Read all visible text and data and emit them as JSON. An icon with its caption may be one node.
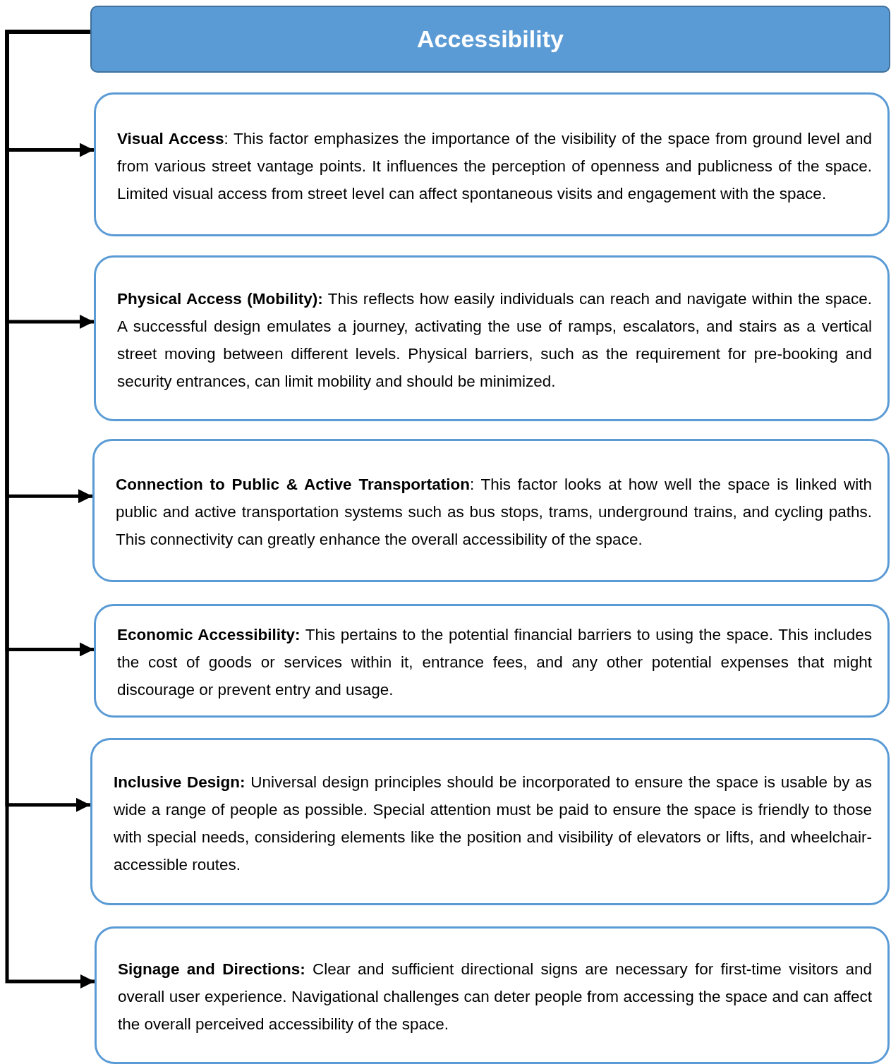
{
  "diagram": {
    "nodes": [
      {
        "text": [
          "Accessibility"
        ]
      },
      {
        "text": [
          "**Visual Access**: This factor emphasizes the importance of the visibility of the space from ground level and from various street vantage points. It influences the perception of openness and publicness of the space. Limited visual access from street level can affect spontaneous visits and engagement with the space."
        ]
      },
      {
        "text": [
          "**Physical Access (Mobility):** This reflects how easily individuals can reach and navigate within the space. A successful design emulates a journey, activating the use of ramps, escalators, and stairs as a vertical street moving between different levels. Physical barriers, such as the requirement for pre-booking and security entrances, can limit mobility and should be minimized."
        ]
      },
      {
        "text": [
          "**Connection to Public & Active Transportation**: This factor looks at how well the space is linked with public and active transportation systems such as bus stops, trams, underground trains, and cycling paths. This connectivity can greatly enhance the overall accessibility of the space."
        ]
      },
      {
        "text": [
          "**Economic Accessibility:** This pertains to the potential financial barriers to using the space. This includes the cost of goods or services within it, entrance fees, and any other potential expenses that might discourage or prevent entry and usage."
        ]
      },
      {
        "text": [
          "**Inclusive Design:** Universal design principles should be incorporated to ensure the space is usable by as wide a range of people as possible. Special attention must be paid to ensure the space is friendly to those with special needs, considering elements like the position and visibility of elevators or lifts, and wheelchair-accessible routes."
        ]
      },
      {
        "text": [
          "**Signage and Directions:** Clear and sufficient directional signs are necessary for first-time visitors and overall user experience. Navigational challenges can deter people from accessing the space and can affect the overall perceived accessibility of the space."
        ]
      }
    ],
    "edges": [
      {
        "from": 0,
        "to": 1,
        "arrow": "to"
      },
      {
        "from": 0,
        "to": 2,
        "arrow": "to"
      },
      {
        "from": 0,
        "to": 3,
        "arrow": "to"
      },
      {
        "from": 0,
        "to": 4,
        "arrow": "to"
      },
      {
        "from": 0,
        "to": 5,
        "arrow": "to"
      },
      {
        "from": 0,
        "to": 6,
        "arrow": "to"
      }
    ]
  }
}
